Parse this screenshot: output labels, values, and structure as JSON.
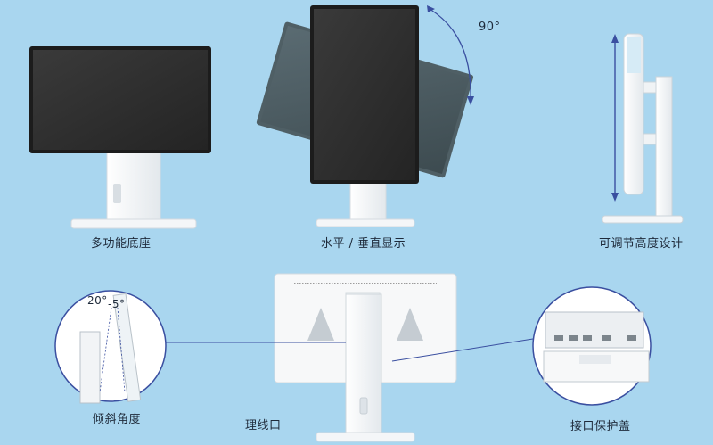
{
  "labels": {
    "stand": "多功能底座",
    "rotate": "水平 / 垂直显示",
    "height": "可调节高度设计",
    "tilt": "倾斜角度",
    "cable": "理线口",
    "cover": "接口保护盖"
  },
  "annotations": {
    "rotation_angle": "90°",
    "tilt_forward": "20°",
    "tilt_back": "-5°"
  },
  "colors": {
    "background": "#a9d6ef",
    "screen": "#2e2e2e",
    "body": "#f4f6f8",
    "accent": "#3a4fa0"
  }
}
